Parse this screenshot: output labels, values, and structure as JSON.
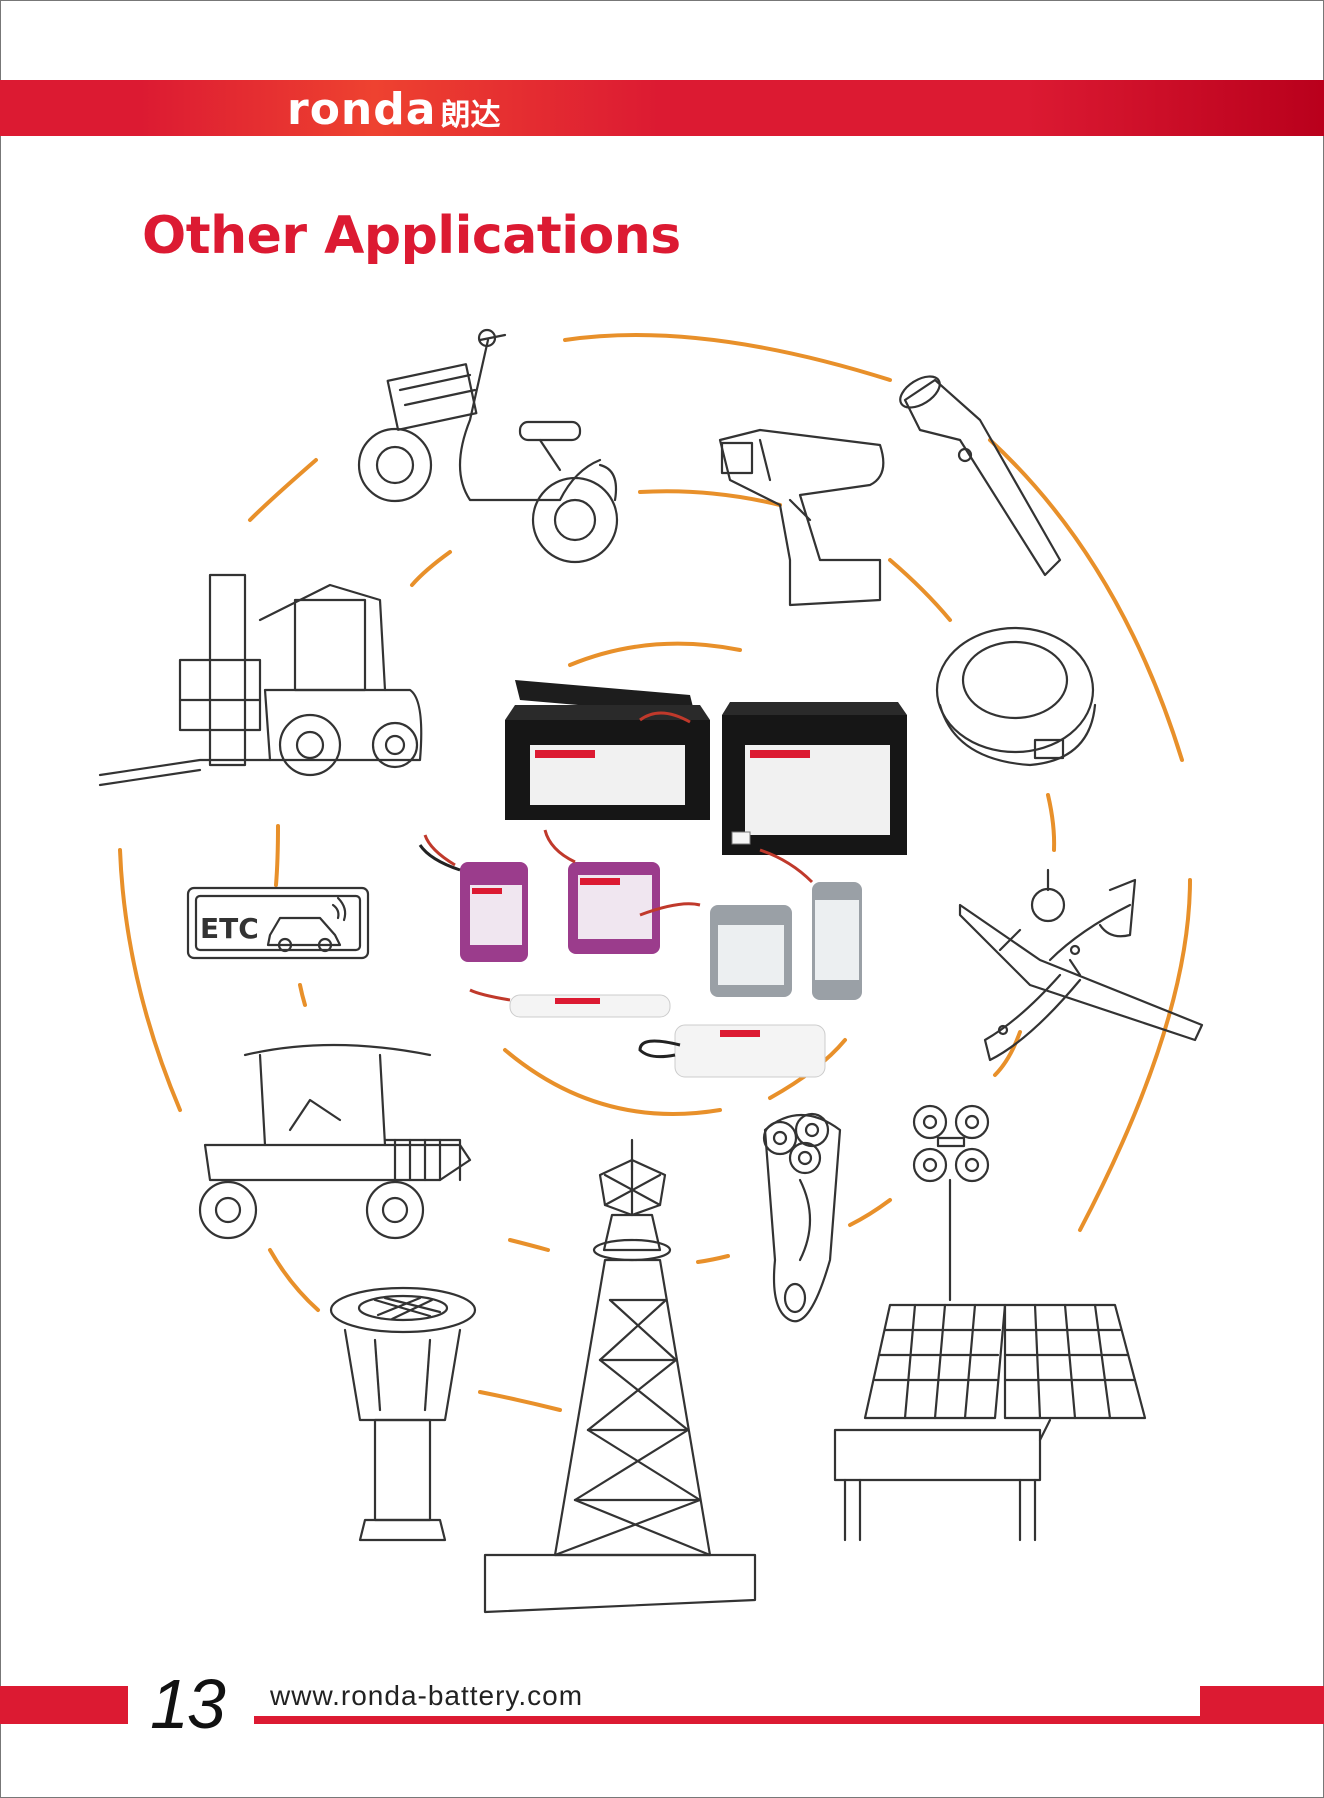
{
  "header": {
    "logo_text": "ronda",
    "logo_cn": "朗达"
  },
  "page_title": "Other Applications",
  "etc_sign": {
    "label": "ETC"
  },
  "footer": {
    "page_number": "13",
    "website": "www.ronda-battery.com"
  },
  "colors": {
    "brand_red": "#dc1a32",
    "accent_orange": "#e8902a"
  }
}
